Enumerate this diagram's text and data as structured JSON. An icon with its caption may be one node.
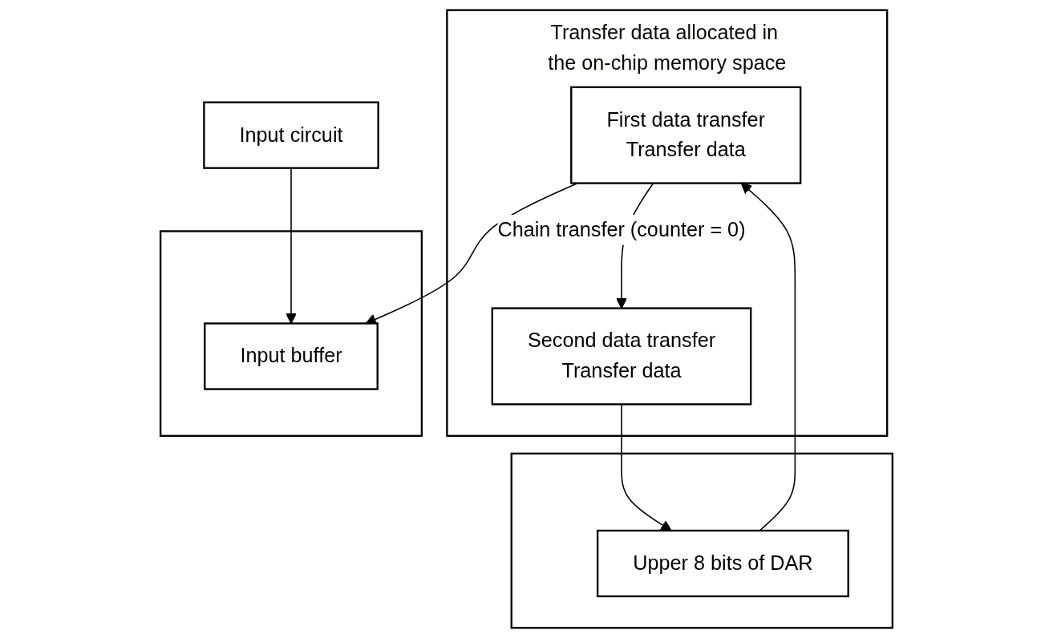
{
  "diagram": {
    "nodes": [
      {
        "text": [
          "Transfer data allocated in the on-chip memory space"
        ]
      },
      {
        "text": [
          "First data transfer",
          "Transfer data"
        ],
        "in": 0
      },
      {
        "text": [
          "Second data transfer",
          "Transfer data"
        ],
        "in": 0
      },
      {
        "text": [
          "Input circuit"
        ]
      },
      {
        "text": [],
        "shape": "box"
      },
      {
        "text": [
          "Input buffer"
        ],
        "in": 4
      },
      {
        "text": [],
        "shape": "box"
      },
      {
        "text": [
          "Upper 8 bits of DAR"
        ],
        "in": 6
      }
    ],
    "edges": [
      {
        "from": 1,
        "to": 5,
        "arrow": "to"
      },
      {
        "from": 3,
        "to": 5,
        "arrow": "to"
      },
      {
        "from": 1,
        "to": 2,
        "arrow": "to",
        "label": "Chain transfer (counter = 0)"
      },
      {
        "from": 2,
        "to": 7,
        "arrow": "to"
      },
      {
        "from": 7,
        "to": 1,
        "arrow": "to"
      }
    ]
  }
}
